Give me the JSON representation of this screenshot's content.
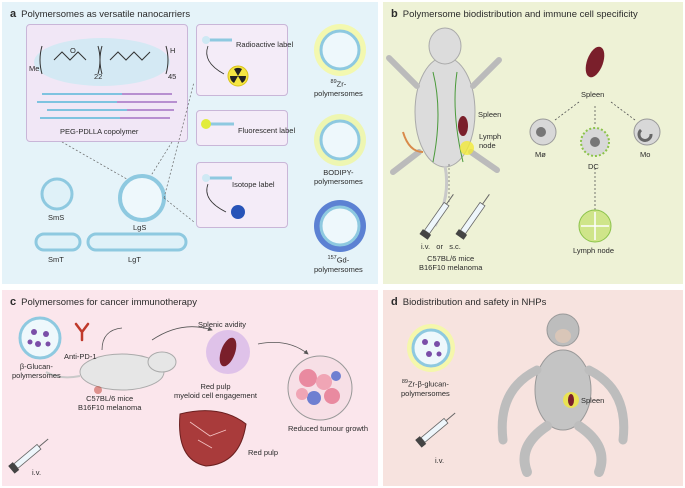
{
  "panels": {
    "a": {
      "letter": "a",
      "title": "Polymersomes as versatile nanocarriers",
      "copolymer_label": "PEG-PDLLA copolymer",
      "formula": {
        "me": "Me",
        "o": "O",
        "n1": "22",
        "n2": "45",
        "h": "H"
      },
      "shapes": {
        "sms": "SmS",
        "lgs": "LgS",
        "smt": "SmT",
        "lgt": "LgT"
      },
      "labels": {
        "radioactive": "Radioactive label",
        "fluorescent": "Fluorescent label",
        "isotope": "Isotope label"
      },
      "polymersomes": {
        "zr_sup": "89",
        "zr_line1": "Zr-",
        "zr_line2": "polymersomes",
        "bodipy_line1": "BODIPY-",
        "bodipy_line2": "polymersomes",
        "gd_sup": "157",
        "gd_line1": "Gd-",
        "gd_line2": "polymersomes"
      }
    },
    "b": {
      "letter": "b",
      "title": "Polymersome biodistribution and immune cell specificity",
      "spleen": "Spleen",
      "lymph_node_line1": "Lymph",
      "lymph_node_line2": "node",
      "route": "i.v.   or   s.c.",
      "mice_line1": "C57BL/6 mice",
      "mice_line2": "B16F10 melanoma",
      "cells": {
        "spleen": "Spleen",
        "mphi": "Mø",
        "mo": "Mo",
        "dc": "DC",
        "lymph_node": "Lymph node"
      }
    },
    "c": {
      "letter": "c",
      "title": "Polymersomes for cancer immunotherapy",
      "glucan_line1": "β-Glucan-",
      "glucan_line2": "polymersomes",
      "anti_pd1": "Anti-PD-1",
      "mice_line1": "C57BL/6 mice",
      "mice_line2": "B16F10 melanoma",
      "iv": "i.v.",
      "splenic": "Splenic avidity",
      "red_pulp_line1": "Red pulp",
      "red_pulp_line2": "myeloid cell engagement",
      "tumour": "Reduced tumour growth",
      "red_pulp": "Red pulp"
    },
    "d": {
      "letter": "d",
      "title": "Biodistribution and safety in NHPs",
      "zr_sup": "89",
      "glucan_line1": "Zr-β-glucan-",
      "glucan_line2": "polymersomes",
      "iv": "i.v.",
      "spleen": "Spleen"
    }
  },
  "colors": {
    "panel_a": "#e5f3f9",
    "panel_b": "#eef2d6",
    "panel_c": "#fbe6ec",
    "panel_d": "#f7e3df",
    "spleen": "#7a1f2b",
    "vesicle": "#8ec9e0"
  }
}
